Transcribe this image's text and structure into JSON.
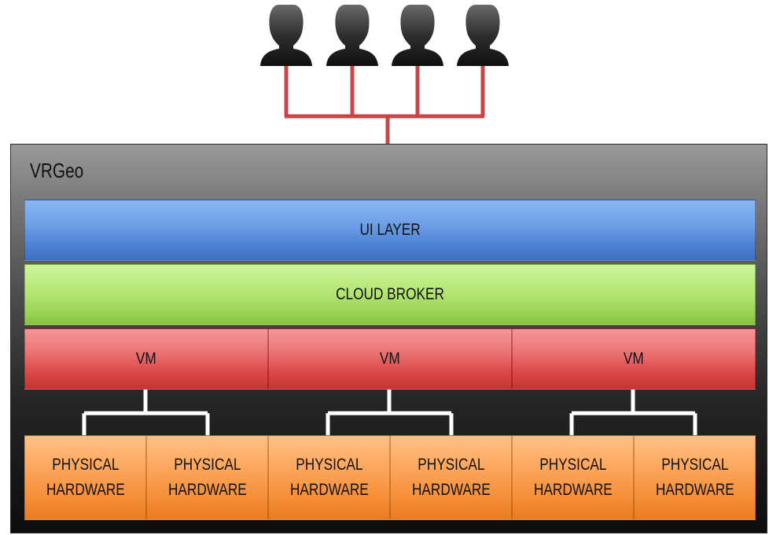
{
  "diagram": {
    "container_title": "VRGeo",
    "ui_layer": "UI LAYER",
    "cloud_broker": "CLOUD BROKER",
    "vms": [
      "VM",
      "VM",
      "VM"
    ],
    "hardware": [
      {
        "line1": "PHYSICAL",
        "line2": "HARDWARE"
      },
      {
        "line1": "PHYSICAL",
        "line2": "HARDWARE"
      },
      {
        "line1": "PHYSICAL",
        "line2": "HARDWARE"
      },
      {
        "line1": "PHYSICAL",
        "line2": "HARDWARE"
      },
      {
        "line1": "PHYSICAL",
        "line2": "HARDWARE"
      },
      {
        "line1": "PHYSICAL",
        "line2": "HARDWARE"
      }
    ],
    "user_icons": [
      "user-icon",
      "user-icon",
      "user-icon",
      "user-icon"
    ],
    "colors": {
      "users_connector": "#c94444",
      "hardware_connector": "#ffffff",
      "ui_layer": "#5b8edb",
      "cloud_broker": "#a8dc66",
      "vm": "#e05656",
      "hardware": "#f89a48"
    }
  }
}
